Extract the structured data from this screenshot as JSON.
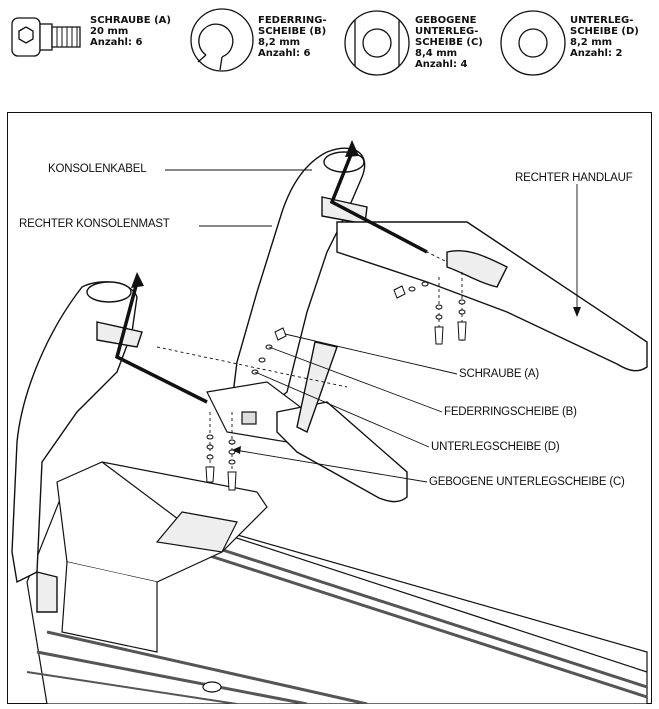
{
  "parts": [
    {
      "name": "SCHRAUBE (A)",
      "size": "20 mm",
      "qty": "Anzahl: 6",
      "icon": "screw-icon"
    },
    {
      "name_lines": [
        "FEDERRING-",
        "SCHEIBE (B)"
      ],
      "size": "8,2 mm",
      "qty": "Anzahl: 6",
      "icon": "split-lock-washer-icon"
    },
    {
      "name_lines": [
        "GEBOGENE",
        "UNTERLEG-",
        "SCHEIBE (C)"
      ],
      "size": "8,4 mm",
      "qty": "Anzahl: 4",
      "icon": "curved-washer-icon"
    },
    {
      "name_lines": [
        "UNTERLEG-",
        "SCHEIBE (D)"
      ],
      "size": "8,2 mm",
      "qty": "Anzahl: 2",
      "icon": "flat-washer-icon"
    }
  ],
  "callouts": {
    "console_cable": "KONSOLENKABEL",
    "right_console_mast": "RECHTER KONSOLENMAST",
    "right_handrail": "RECHTER HANDLAUF",
    "screw": "SCHRAUBE (A)",
    "lock_washer": "FEDERRINGSCHEIBE (B)",
    "flat_washer": "UNTERLEGSCHEIBE (D)",
    "curved_washer": "GEBOGENE UNTERLEGSCHEIBE (C)"
  },
  "colors": {
    "line": "#111111",
    "fill": "#ffffff",
    "shade": "#d9d9d9",
    "belt": "#555555"
  }
}
